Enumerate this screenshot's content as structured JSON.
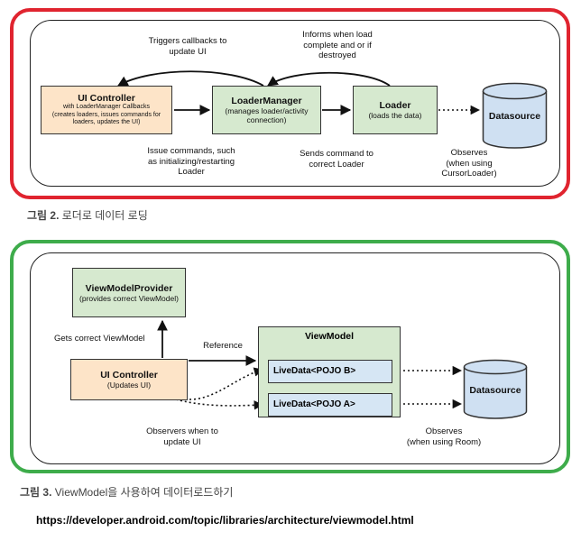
{
  "figure2": {
    "ui_controller": {
      "title": "UI Controller",
      "line1": "with LoaderManager Callbacks",
      "line2": "(creates loaders, issues commands for",
      "line3": "loaders, updates the UI)"
    },
    "loader_manager": {
      "title": "LoaderManager",
      "line1": "(manages loader/activity",
      "line2": "connection)"
    },
    "loader": {
      "title": "Loader",
      "line1": "(loads the data)"
    },
    "datasource": "Datasource",
    "labels": {
      "triggers": [
        "Triggers callbacks to",
        "update UI"
      ],
      "informs": [
        "Informs when load",
        "complete and or if",
        "destroyed"
      ],
      "issue": [
        "Issue commands, such",
        "as initializing/restarting",
        "Loader"
      ],
      "sends": [
        "Sends command to",
        "correct Loader"
      ],
      "observes": [
        "Observes",
        "(when using",
        "CursorLoader)"
      ]
    },
    "caption": {
      "prefix": "그림 2.",
      "text": " 로더로 데이터 로딩"
    }
  },
  "figure3": {
    "provider": {
      "title": "ViewModelProvider",
      "line1": "(provides correct ViewModel)"
    },
    "ui_controller": {
      "title": "UI Controller",
      "line1": "(Updates UI)"
    },
    "viewmodel": {
      "title": "ViewModel",
      "livedata_b": "LiveData<POJO B>",
      "livedata_a": "LiveData<POJO A>"
    },
    "datasource": "Datasource",
    "labels": {
      "gets": "Gets correct ViewModel",
      "reference": "Reference",
      "observers": [
        "Observers when to",
        "update UI"
      ],
      "observes": [
        "Observes",
        "(when using Room)"
      ]
    },
    "caption": {
      "prefix": "그림 3.",
      "text": " ViewModel을 사용하여 데이터로드하기"
    }
  },
  "source_url": "https://developer.android.com/topic/libraries/architecture/viewmodel.html",
  "colors": {
    "frame_top": "#e0242f",
    "frame_bottom": "#3eac4b",
    "ui_controller_fill": "#fde4c8",
    "component_fill": "#d6e9cf",
    "datasource_fill": "#cfe0f2"
  }
}
